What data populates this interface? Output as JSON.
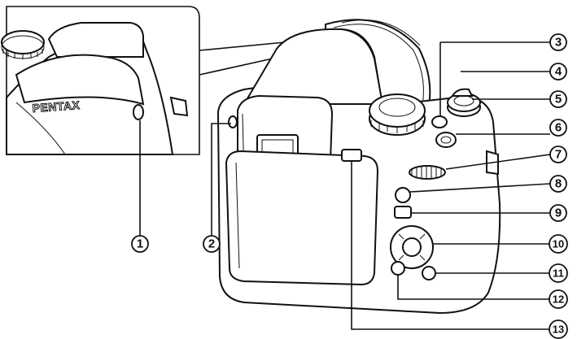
{
  "inset": {
    "brand_text": "PENTAX"
  },
  "callouts": [
    {
      "id": "callout-1",
      "label": "1"
    },
    {
      "id": "callout-2",
      "label": "2"
    },
    {
      "id": "callout-3",
      "label": "3"
    },
    {
      "id": "callout-4",
      "label": "4"
    },
    {
      "id": "callout-5",
      "label": "5"
    },
    {
      "id": "callout-6",
      "label": "6"
    },
    {
      "id": "callout-7",
      "label": "7"
    },
    {
      "id": "callout-8",
      "label": "8"
    },
    {
      "id": "callout-9",
      "label": "9"
    },
    {
      "id": "callout-10",
      "label": "10"
    },
    {
      "id": "callout-11",
      "label": "11"
    },
    {
      "id": "callout-12",
      "label": "12"
    },
    {
      "id": "callout-13",
      "label": "13"
    }
  ]
}
